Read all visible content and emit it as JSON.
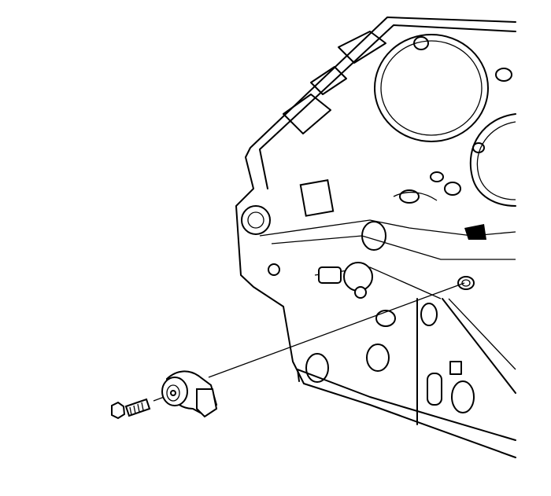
{
  "colors": {
    "line": "#000000",
    "background": "#ffffff"
  },
  "components": [
    "engine-block",
    "knock-sensor",
    "knock-sensor-bolt"
  ]
}
